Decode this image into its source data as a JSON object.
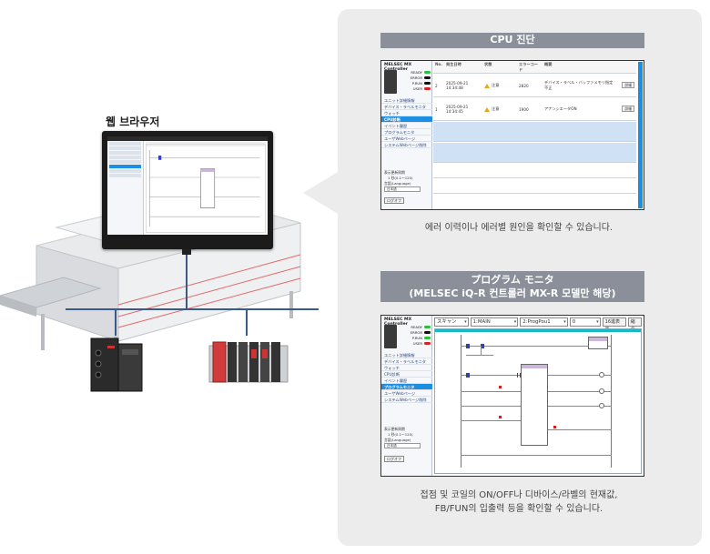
{
  "left": {
    "browser_label": "웹 브라우저"
  },
  "diagnosis": {
    "title": "CPU 진단",
    "caption": "에러 이력이나 에러별 원인을 확인할 수 있습니다.",
    "sidebar": {
      "title": "MELSEC MX Controller",
      "leds": [
        {
          "label": "READY",
          "color": "#2bbf3a"
        },
        {
          "label": "ERROR",
          "color": "#111111"
        },
        {
          "label": "P.RUN",
          "color": "#111111"
        },
        {
          "label": "USER",
          "color": "#d42020"
        }
      ],
      "menu": [
        "ユニット詳細情報",
        "デバイス・ラベルモニタ",
        "ウォッチ",
        "CPU診断",
        "イベント履歴",
        "プログラムモニタ",
        "ユーザWebページ",
        "システムWebページ削除"
      ],
      "selected": "CPU診断",
      "opts_label": "表示更新周期",
      "opts_value": "1 秒(0.1～120)",
      "lang_label": "言語(Language)",
      "lang_value": "日本語",
      "logout": "ログオフ"
    },
    "table": {
      "headers": [
        "No.",
        "発生日時",
        "状態",
        "エラーコード",
        "概要",
        ""
      ],
      "rows": [
        {
          "no": "2",
          "date": "2025-09-21",
          "time": "14:34:48",
          "status": "注意",
          "code": "2820",
          "summary": "デバイス・ラベル・バッファメモリ指定不正",
          "action": "詳細"
        },
        {
          "no": "1",
          "date": "2025-09-21",
          "time": "14:34:45",
          "status": "注意",
          "code": "1900",
          "summary": "アナンシエータON",
          "action": "詳細"
        }
      ]
    }
  },
  "program_monitor": {
    "title_line1": "プログラム モニタ",
    "title_line2": "(MELSEC iQ-R 컨트롤러 MX-R 모델만 해당)",
    "caption_line1": "접점 및 코일의 ON/OFF나 디바이스/라벨의 현재값,",
    "caption_line2": "FB/FUN의 입출력 등을 확인할 수 있습니다.",
    "sidebar": {
      "title": "MELSEC MX Controller",
      "leds": [
        {
          "label": "READY",
          "color": "#2bbf3a"
        },
        {
          "label": "ERROR",
          "color": "#111111"
        },
        {
          "label": "P.RUN",
          "color": "#2bbf3a"
        },
        {
          "label": "USER",
          "color": "#d42020"
        }
      ],
      "menu": [
        "ユニット詳細情報",
        "デバイス・ラベルモニタ",
        "ウォッチ",
        "CPU診断",
        "イベント履歴",
        "プログラムモニタ",
        "ユーザWebページ",
        "システムWebページ削除"
      ],
      "selected": "プログラムモニタ",
      "opts_label": "表示更新周期",
      "opts_value": "1 秒(0.1～120)",
      "lang_label": "言語(Language)",
      "lang_value": "日本語",
      "logout": "ログオフ"
    },
    "toolbar": {
      "mode": "スキャン",
      "program": "1:MAIN",
      "pou": "2:ProgPou1",
      "step": "0",
      "display_button": "16進表示",
      "fit_button": "縮合"
    }
  }
}
